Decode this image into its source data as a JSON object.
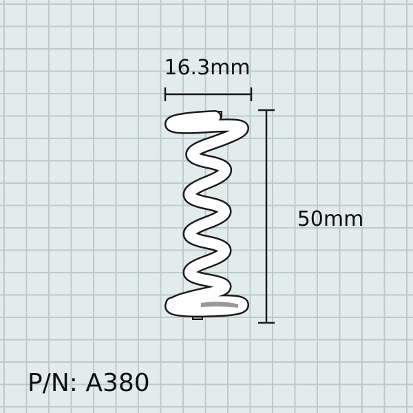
{
  "dimensions": {
    "diameter_label": "16.3mm",
    "length_label": "50mm"
  },
  "part_number_label": "P/N: A380",
  "colors": {
    "background": "#e3ecec",
    "grid": "#bccaca",
    "spring_fill": "#ffffff",
    "spring_outline": "#1a1a1a",
    "spring_end_shade": "#9a9a9a",
    "dimension_line": "#1a1a1a",
    "text": "#111111"
  }
}
